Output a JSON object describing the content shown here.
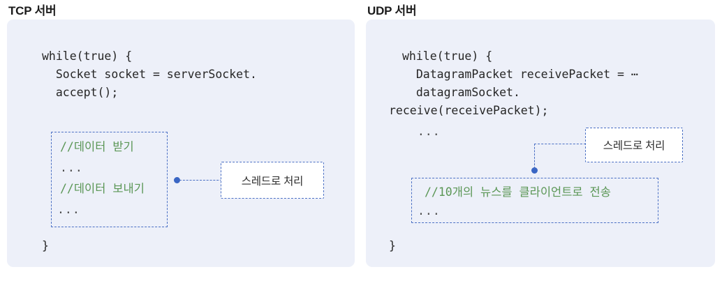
{
  "panels": [
    {
      "title": "TCP 서버",
      "code_lines": [
        {
          "text": "while(true) {",
          "kind": "code"
        },
        {
          "text": "  Socket socket = serverSocket.",
          "kind": "code"
        },
        {
          "text": "  accept();",
          "kind": "code"
        },
        {
          "text": "}",
          "kind": "code"
        }
      ],
      "comment_box": {
        "lines": [
          {
            "text": "//데이터 받기",
            "kind": "comment"
          },
          {
            "text": "...",
            "kind": "dots"
          },
          {
            "text": "//데이터 보내기",
            "kind": "comment"
          },
          {
            "text": "...",
            "kind": "dots"
          }
        ]
      },
      "callout": {
        "label": "스레드로 처리"
      }
    },
    {
      "title": "UDP 서버",
      "code_lines": [
        {
          "text": "while(true) {",
          "kind": "code"
        },
        {
          "text": "  DatagramPacket receivePacket = ⋯",
          "kind": "code"
        },
        {
          "text": "  datagramSocket.",
          "kind": "code"
        },
        {
          "text": "receive(receivePacket);",
          "kind": "code"
        },
        {
          "text": "  ...",
          "kind": "dots"
        },
        {
          "text": "}",
          "kind": "code"
        }
      ],
      "comment_box": {
        "lines": [
          {
            "text": "//10개의 뉴스를 클라이언트로 전송",
            "kind": "comment"
          },
          {
            "text": "...",
            "kind": "dots"
          }
        ]
      },
      "callout": {
        "label": "스레드로 처리"
      }
    }
  ],
  "colors": {
    "panel_bg": "#edf0f9",
    "code_text": "#262626",
    "comment_green": "#5a9655",
    "dash_blue": "#4a6fc4",
    "dot_blue": "#3a66c4",
    "callout_bg": "#ffffff",
    "page_bg": "#ffffff"
  }
}
